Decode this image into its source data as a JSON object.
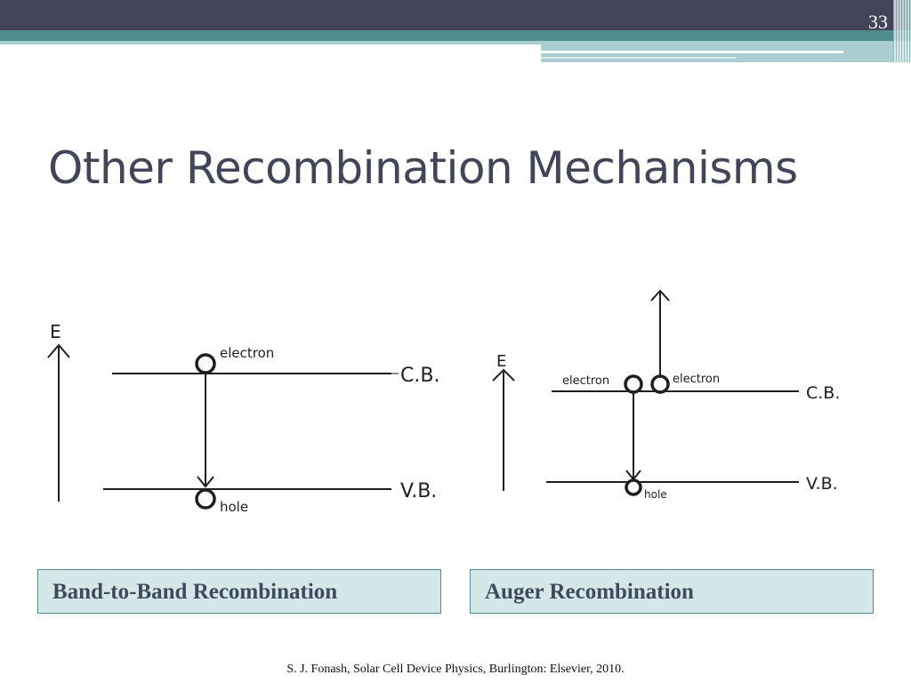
{
  "slide_number": "33",
  "title": "Other Recombination Mechanisms",
  "band_to_band": {
    "axis_label": "E",
    "electron_label": "electron",
    "hole_label": "hole",
    "cb_label": "C.B.",
    "vb_label": "V.B.",
    "caption": "Band-to-Band Recombination"
  },
  "auger": {
    "axis_label": "E",
    "electron_left_label": "electron",
    "electron_right_label": "electron",
    "hole_label": "hole",
    "cb_label": "C.B.",
    "vb_label": "V.B.",
    "caption": "Auger Recombination"
  },
  "reference": "S. J. Fonash, Solar Cell Device Physics, Burlington: Elsevier, 2010.",
  "colors": {
    "header": "#424558",
    "accent": "#4f8d8f",
    "caption_bg": "#d4e8ea",
    "title": "#424558"
  }
}
